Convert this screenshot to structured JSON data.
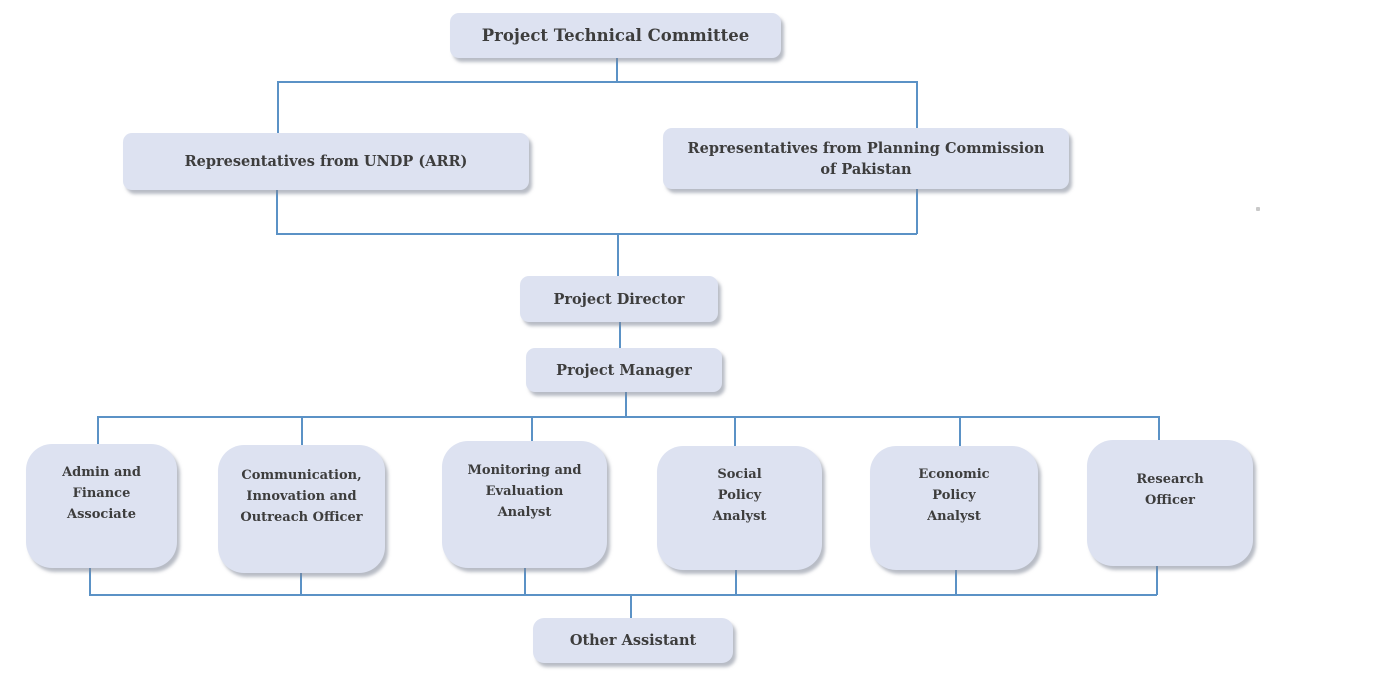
{
  "colors": {
    "node_fill": "#dde2f1",
    "node_text": "#3d3d3d",
    "connector": "#5b92c6",
    "shadow": "rgba(125,133,150,0.55)"
  },
  "org": {
    "committee": {
      "label": "Project Technical Committee"
    },
    "undp": {
      "label": "Representatives from UNDP (ARR)"
    },
    "planning": {
      "label": "Representatives from Planning Commission\nof Pakistan"
    },
    "director": {
      "label": "Project Director"
    },
    "manager": {
      "label": "Project Manager"
    },
    "roles": [
      {
        "label": "Admin and\nFinance\nAssociate"
      },
      {
        "label": "Communication,\nInnovation and\nOutreach Officer"
      },
      {
        "label": "Monitoring and\nEvaluation\nAnalyst"
      },
      {
        "label": "Social\nPolicy\nAnalyst"
      },
      {
        "label": "Economic\nPolicy\nAnalyst"
      },
      {
        "label": "Research\nOfficer"
      }
    ],
    "assistant": {
      "label": "Other Assistant"
    }
  }
}
